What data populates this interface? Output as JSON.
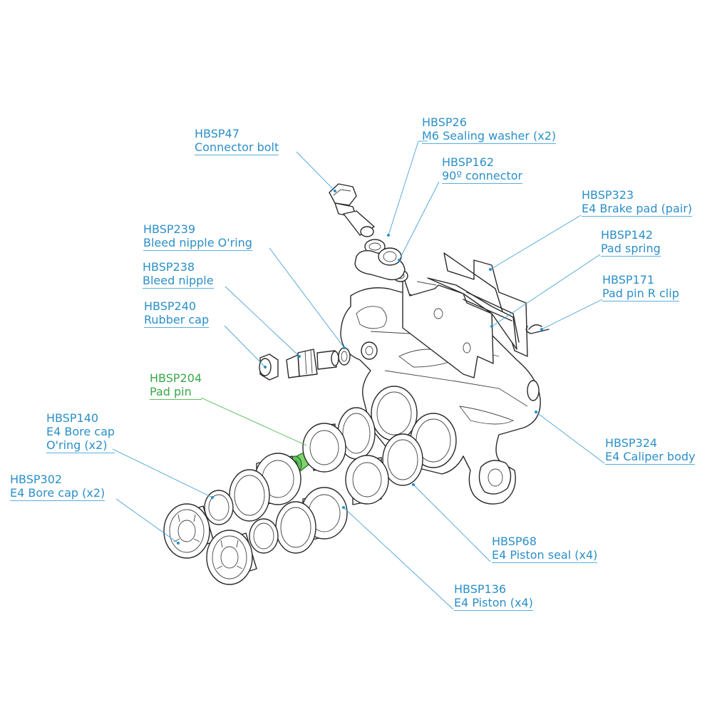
{
  "callouts": [
    {
      "id": "hbsp47",
      "code": "HBSP47",
      "name": "Connector bolt"
    },
    {
      "id": "hbsp26",
      "code": "HBSP26",
      "name": "M6 Sealing washer (x2)"
    },
    {
      "id": "hbsp162",
      "code": "HBSP162",
      "name": "90º connector"
    },
    {
      "id": "hbsp323",
      "code": "HBSP323",
      "name": "E4 Brake pad (pair)"
    },
    {
      "id": "hbsp142",
      "code": "HBSP142",
      "name": "Pad spring"
    },
    {
      "id": "hbsp171",
      "code": "HBSP171",
      "name": "Pad pin R clip"
    },
    {
      "id": "hbsp239",
      "code": "HBSP239",
      "name": "Bleed nipple O'ring"
    },
    {
      "id": "hbsp238",
      "code": "HBSP238",
      "name": "Bleed nipple"
    },
    {
      "id": "hbsp240",
      "code": "HBSP240",
      "name": "Rubber cap"
    },
    {
      "id": "hbsp204",
      "code": "HBSP204",
      "name": "Pad pin"
    },
    {
      "id": "hbsp140",
      "code": "HBSP140",
      "name": "E4 Bore cap",
      "name2": "O'ring (x2)"
    },
    {
      "id": "hbsp302",
      "code": "HBSP302",
      "name": "E4 Bore cap (x2)"
    },
    {
      "id": "hbsp324",
      "code": "HBSP324",
      "name": "E4 Caliper body"
    },
    {
      "id": "hbsp68",
      "code": "HBSP68",
      "name": "E4 Piston seal (x4)"
    },
    {
      "id": "hbsp136",
      "code": "HBSP136",
      "name": "E4 Piston (x4)"
    }
  ],
  "colors": {
    "label": "#2b8fc9",
    "highlight": "#3aa84a",
    "line": "#2a2a2a"
  }
}
